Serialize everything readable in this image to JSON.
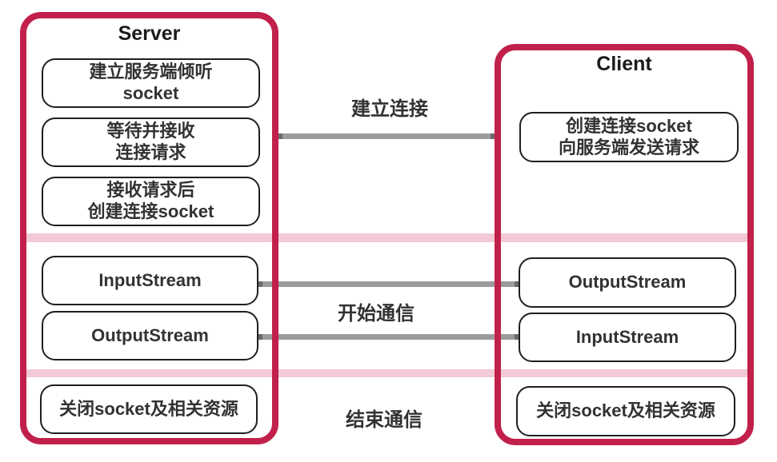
{
  "palette": {
    "crimson": "#c1204b",
    "pink_band": "#f2c9d5",
    "gray_line": "#9b9b9b",
    "gray_line_cap": "#6a6a6a",
    "box_border": "#1f1f1f",
    "text": "#323232"
  },
  "server": {
    "title": "Server",
    "steps": [
      {
        "lines": [
          "建立服务端倾听",
          "socket"
        ]
      },
      {
        "lines": [
          "等待并接收",
          "连接请求"
        ]
      },
      {
        "lines": [
          "接收请求后",
          "创建连接socket"
        ]
      },
      {
        "lines": [
          "InputStream"
        ]
      },
      {
        "lines": [
          "OutputStream"
        ]
      },
      {
        "lines": [
          "关闭socket及相关资源"
        ]
      }
    ]
  },
  "client": {
    "title": "Client",
    "steps": [
      {
        "lines": [
          "创建连接socket",
          "向服务端发送请求"
        ]
      },
      {
        "lines": [
          "OutputStream"
        ]
      },
      {
        "lines": [
          "InputStream"
        ]
      },
      {
        "lines": [
          "关闭socket及相关资源"
        ]
      }
    ]
  },
  "phases": [
    {
      "label": "建立连接"
    },
    {
      "label": "开始通信"
    },
    {
      "label": "结束通信"
    }
  ]
}
